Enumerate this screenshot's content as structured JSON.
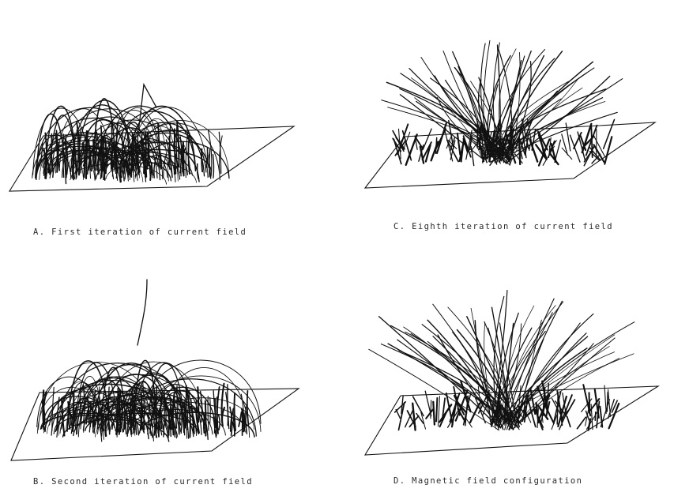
{
  "panels": [
    {
      "id": "A",
      "caption": "A. First iteration of current field"
    },
    {
      "id": "C",
      "caption": "C. Eighth iteration of current field"
    },
    {
      "id": "B",
      "caption": "B. Second iteration of current field"
    },
    {
      "id": "D",
      "caption": "D. Magnetic field configuration"
    }
  ]
}
